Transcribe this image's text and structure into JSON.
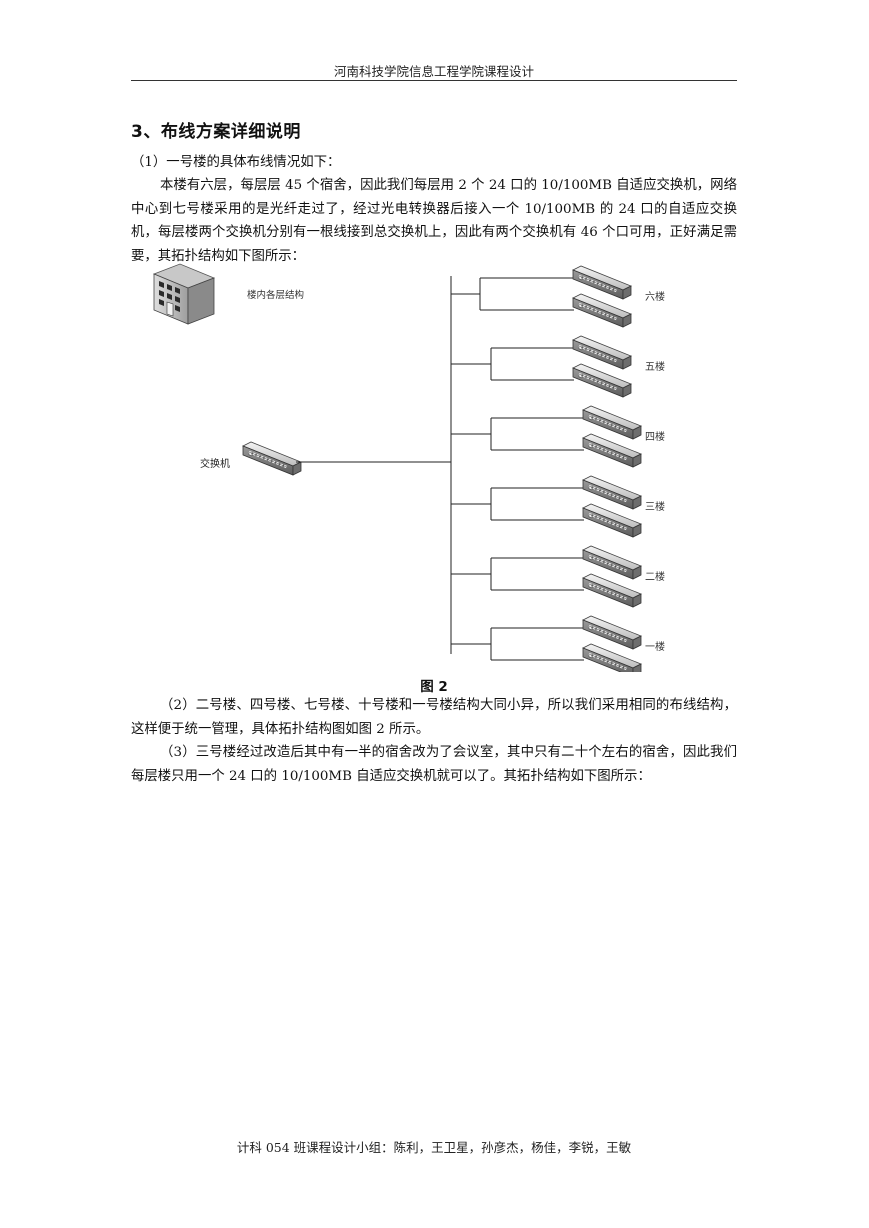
{
  "header": {
    "title": "河南科技学院信息工程学院课程设计"
  },
  "section": {
    "heading": "3、布线方案详细说明"
  },
  "paragraphs": {
    "p1": "（1）一号楼的具体布线情况如下：",
    "p2": "本楼有六层，每层层 45 个宿舍，因此我们每层用 2 个 24 口的 10/100MB 自适应交换机，网络中心到七号楼采用的是光纤走过了，经过光电转换器后接入一个 10/100MB 的 24 口的自适应交换机，每层楼两个交换机分别有一根线接到总交换机上，因此有两个交换机有 46 个口可用，正好满足需要，其拓扑结构如下图所示：",
    "p3": "（2）二号楼、四号楼、七号楼、十号楼和一号楼结构大同小异，所以我们采用相同的布线结构，这样便于统一管理，具体拓扑结构图如图 2 所示。",
    "p4": "（3）三号楼经过改造后其中有一半的宿舍改为了会议室，其中只有二十个左右的宿舍，因此我们每层楼只用一个 24 口的 10/100MB 自适应交换机就可以了。其拓扑结构如下图所示："
  },
  "figure": {
    "building_label": "楼内各层结构",
    "main_switch_label": "交换机",
    "floors": [
      {
        "label": "六楼"
      },
      {
        "label": "五楼"
      },
      {
        "label": "四楼"
      },
      {
        "label": "三楼"
      },
      {
        "label": "二楼"
      },
      {
        "label": "一楼"
      }
    ],
    "caption": "图 2"
  },
  "footer": {
    "text": "计科 054 班课程设计小组：陈利，王卫星，孙彦杰，杨佳，李锐，王敏"
  }
}
